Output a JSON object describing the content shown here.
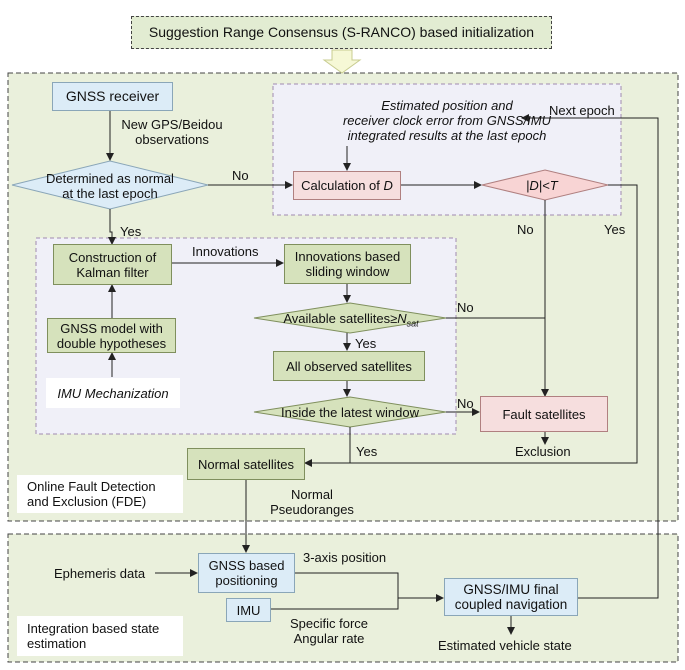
{
  "header": {
    "title": "Suggestion Range Consensus (S-RANCO) based initialization"
  },
  "fde": {
    "section_label": "Online Fault Detection\nand Exclusion (FDE)",
    "gnss_receiver": "GNSS receiver",
    "new_obs": "New GPS/Beidou\nobservations",
    "determined_normal": "Determined as normal\nat the last epoch",
    "no_label_1": "No",
    "yes_label_1": "Yes",
    "estimated_text": "Estimated position and\nreceiver clock error from GNSS/IMU\nintegrated results at the last epoch",
    "calc_d_prefix": "Calculation of ",
    "calc_d_var": "D",
    "d_check": "|D|<T",
    "next_epoch": "Next epoch",
    "no_label_2": "No",
    "yes_label_2": "Yes",
    "construction_kf": "Construction of\nKalman filter",
    "innovations": "Innovations",
    "innov_window": "Innovations based\nsliding window",
    "gnss_model": "GNSS model with\ndouble hypotheses",
    "imu_mech": "IMU Mechanization",
    "available_sats_prefix": "Available satellites≥",
    "available_sats_var": "N",
    "available_sats_sub": "sat",
    "no_label_3": "No",
    "yes_label_3": "Yes",
    "all_obs_sats": "All observed satellites",
    "inside_window": "Inside the latest window",
    "no_label_4": "No",
    "yes_label_4": "Yes",
    "fault_sats": "Fault satellites",
    "exclusion": "Exclusion",
    "normal_sats": "Normal satellites",
    "normal_pseudoranges": "Normal\nPseudoranges"
  },
  "integration": {
    "section_label": "Integration based state\nestimation",
    "ephemeris": "Ephemeris data",
    "gnss_positioning": "GNSS based\npositioning",
    "three_axis": "3-axis position",
    "imu": "IMU",
    "specific_force": "Specific force\nAngular rate",
    "final_nav": "GNSS/IMU final\ncoupled navigation",
    "vehicle_state": "Estimated vehicle state"
  },
  "colors": {
    "section_bg": "#eaf0dc",
    "blue_box": "#dcecf7",
    "green_box": "#d6e2bc",
    "pink_box": "#f6dede",
    "diamond_blue": "#dcecf7",
    "diamond_green": "#d6e2bc",
    "diamond_pink": "#f8d4d4"
  }
}
